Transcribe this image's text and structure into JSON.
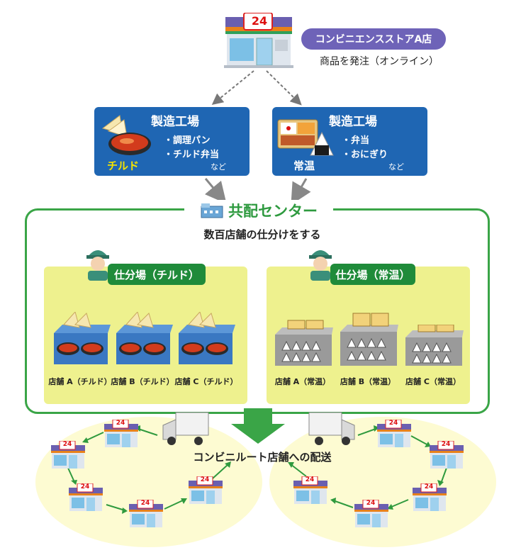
{
  "store": {
    "sign": "24",
    "badge": "コンビニエンスストアA店",
    "order": "商品を発注（オンライン）"
  },
  "factories": [
    {
      "title": "製造工場",
      "items": [
        "・調理パン",
        "・チルド弁当"
      ],
      "note": "など",
      "temp": "チルド",
      "temp_color": "#f4e300"
    },
    {
      "title": "製造工場",
      "items": [
        "・弁当",
        "・おにぎり"
      ],
      "note": "など",
      "temp": "常温",
      "temp_color": "#ffffff"
    }
  ],
  "center": {
    "title": "共配センター",
    "subtitle": "数百店舗の仕分けをする",
    "border_color": "#3aa547"
  },
  "sorting": [
    {
      "label": "仕分場（チルド）",
      "trays": [
        "店舗 A（チルド）",
        "店舗 B（チルド）",
        "店舗 C（チルド）"
      ]
    },
    {
      "label": "仕分場（常温）",
      "trays": [
        "店舗 A（常温）",
        "店舗 B（常温）",
        "店舗 C（常温）"
      ]
    }
  ],
  "route": {
    "label": "コンビニルート店舗への配送",
    "store_sign": "24"
  },
  "colors": {
    "factory_blue": "#1f66b3",
    "badge_purple": "#6e63b8",
    "sort_green": "#1f8b3a",
    "panel_yellow": "#eef18e"
  }
}
